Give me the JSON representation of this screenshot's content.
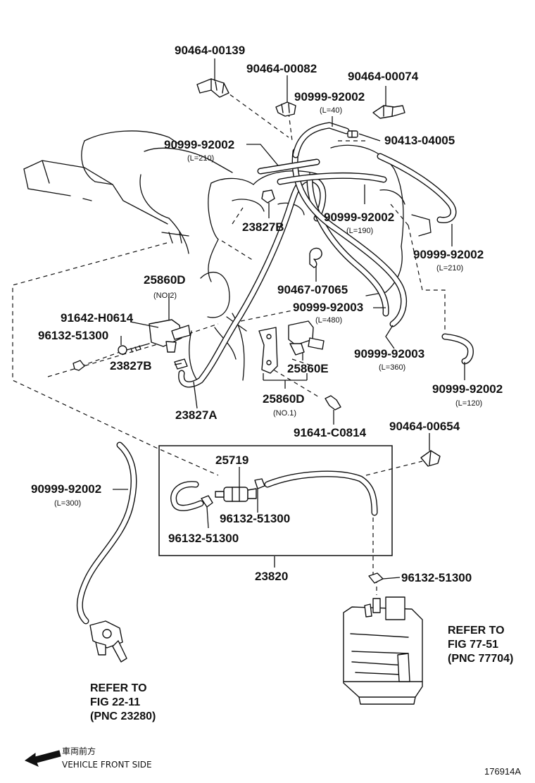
{
  "labels": {
    "p1": "90464-00139",
    "p2": "90464-00082",
    "p3": "90464-00074",
    "p4": "90999-92002",
    "p4_len": "(L=40)",
    "p5": "90413-04005",
    "p6": "90999-92002",
    "p6_len": "(L=210)",
    "p7": "23827B",
    "p8": "90999-92002",
    "p8_len": "(L=190)",
    "p9": "90999-92002",
    "p9_len": "(L=210)",
    "p10": "25860D",
    "p10_note": "(NO.2)",
    "p11": "90467-07065",
    "p12": "91642-H0614",
    "p13": "90999-92003",
    "p13_len": "(L=480)",
    "p14": "96132-51300",
    "p15": "90999-92003",
    "p15_len": "(L=360)",
    "p16": "23827B",
    "p17": "25860E",
    "p18": "90999-92002",
    "p18_len": "(L=120)",
    "p19": "23827A",
    "p20": "25860D",
    "p20_note": "(NO.1)",
    "p21": "91641-C0814",
    "p22": "90464-00654",
    "p23": "25719",
    "p24": "90999-92002",
    "p24_len": "(L=300)",
    "p25": "96132-51300",
    "p26": "96132-51300",
    "p27": "23820",
    "p28": "96132-51300"
  },
  "refs": {
    "left_1": "REFER TO",
    "left_2": "FIG 22-11",
    "left_3": "(PNC 23280)",
    "right_1": "REFER TO",
    "right_2": "FIG 77-51",
    "right_3": "(PNC 77704)"
  },
  "footer": {
    "direction_jp": "車両前方",
    "direction_en": "VEHICLE FRONT SIDE",
    "figure_number": "176914A"
  },
  "icons": {
    "direction": "arrow-left-icon"
  }
}
